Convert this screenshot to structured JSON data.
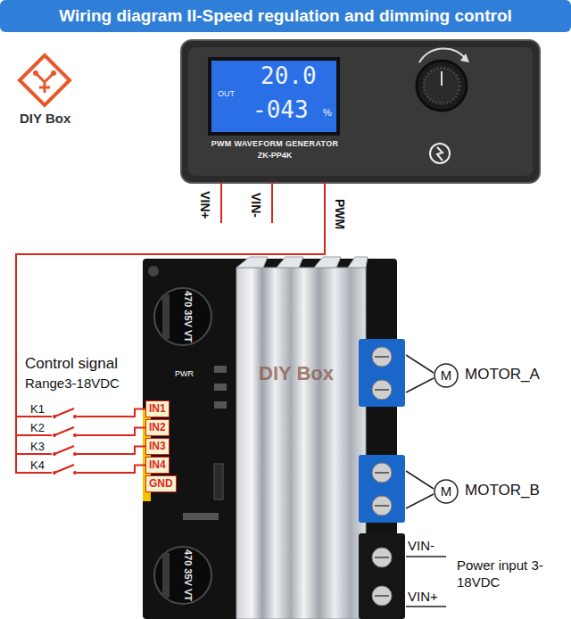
{
  "diagram": {
    "title": "Wiring diagram II-Speed regulation and dimming control",
    "nodes": [
      {
        "text": [
          "PWM WAVEFORM GENERATOR",
          "ZK-PP4K"
        ]
      },
      {
        "text": [
          "PWR"
        ]
      },
      {
        "text": [
          "IN1"
        ],
        "in": 1
      },
      {
        "text": [
          "IN2"
        ],
        "in": 1
      },
      {
        "text": [
          "IN3"
        ],
        "in": 1
      },
      {
        "text": [
          "IN4"
        ],
        "in": 1
      },
      {
        "text": [
          "GND"
        ],
        "in": 1
      },
      {
        "text": [
          "M"
        ]
      },
      {
        "text": [
          "M"
        ]
      }
    ],
    "edges": [
      {
        "from": 0,
        "to": 2,
        "arrow": "none"
      },
      {
        "from": 0,
        "to": 3,
        "arrow": "none"
      },
      {
        "from": 0,
        "to": 4,
        "arrow": "none"
      },
      {
        "from": 0,
        "to": 5,
        "arrow": "none"
      }
    ],
    "labels": [
      "DIY Box",
      "OUT",
      "20.0",
      "-043",
      "%",
      "VIN+",
      "VIN-",
      "PWM",
      "Control signal",
      "Range3-18VDC",
      "K1",
      "K2",
      "K3",
      "K4",
      "470 35V VT",
      "470 35V VT",
      "DIY Box",
      "MOTOR_A",
      "MOTOR_B",
      "VIN-",
      "VIN+",
      "Power input 3-18VDC"
    ]
  }
}
